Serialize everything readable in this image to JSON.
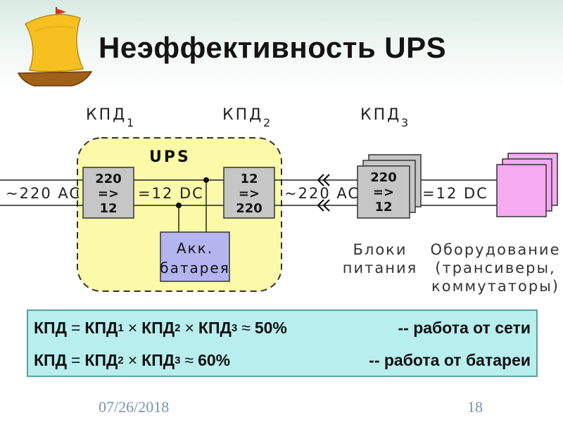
{
  "slide": {
    "title": "Неэффективность UPS",
    "date": "07/26/2018",
    "page_number": "18"
  },
  "diagram": {
    "efficiency_labels": [
      {
        "base": "КПД",
        "index": "1"
      },
      {
        "base": "КПД",
        "index": "2"
      },
      {
        "base": "КПД",
        "index": "3"
      }
    ],
    "ups_label": "UPS",
    "converter_1": [
      "220",
      "=>",
      "12"
    ],
    "converter_2": [
      "12",
      "=>",
      "220"
    ],
    "psu_block": [
      "220",
      "=>",
      "12"
    ],
    "battery": [
      "Акк.",
      "батарея"
    ],
    "line_labels": {
      "ac_in": "~220 AC",
      "dc_internal": "=12 DC",
      "ac_out": "~220 AC",
      "dc_out": "=12 DC"
    },
    "captions": {
      "power_supplies": [
        "Блоки",
        "питания"
      ],
      "equipment": [
        "Оборудование",
        "(трансиверы,",
        "коммутаторы)"
      ]
    },
    "colors": {
      "ups_fill": "#fafaa8",
      "block_fill": "#c6c6c6",
      "battery_fill": "#b4b4ee",
      "equipment_fill": "#f6aaf0",
      "formula_fill": "#b9eeee"
    }
  },
  "formulas": {
    "line1": {
      "lhs": "КПД",
      "eq": "=",
      "terms": [
        {
          "base": "КПД",
          "index": "1"
        },
        {
          "base": "КПД",
          "index": "2"
        },
        {
          "base": "КПД",
          "index": "3"
        }
      ],
      "times": "×",
      "approx": "≈",
      "result": "50%",
      "note": "-- работа от сети"
    },
    "line2": {
      "lhs": "КПД",
      "eq": "=",
      "terms": [
        {
          "base": "КПД",
          "index": "2"
        },
        {
          "base": "КПД",
          "index": "3"
        }
      ],
      "times": "×",
      "approx": "≈",
      "result": "60%",
      "note": "-- работа от батареи"
    }
  }
}
